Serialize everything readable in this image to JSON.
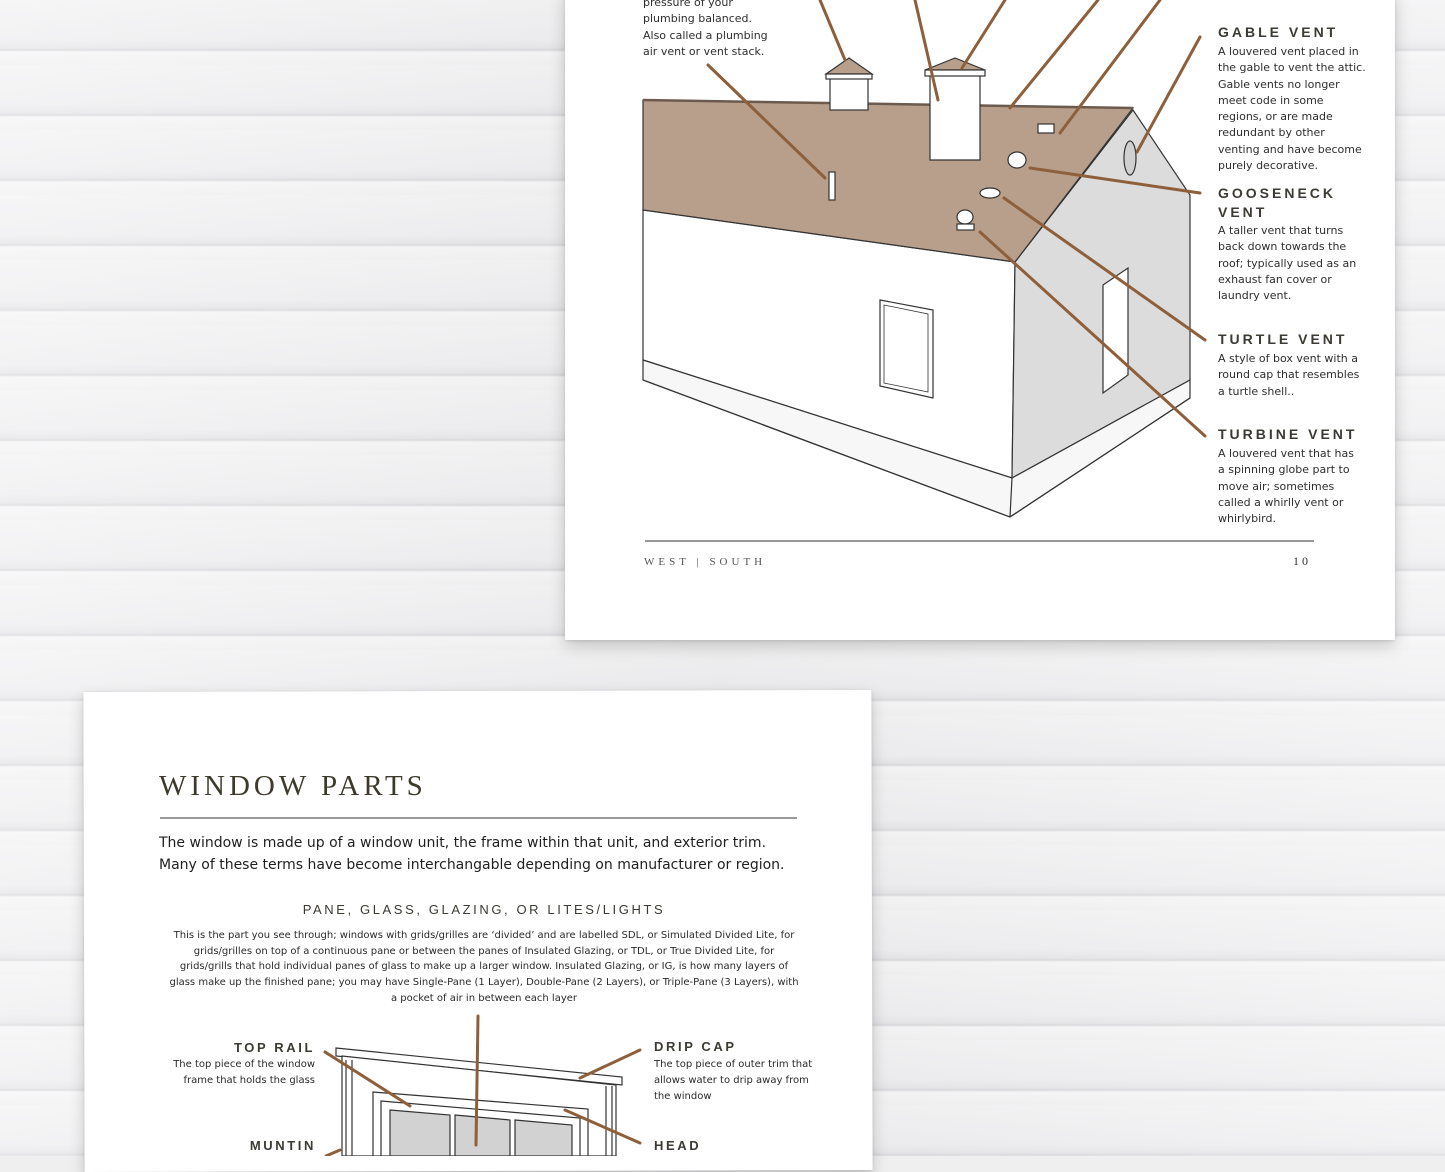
{
  "roof_page": {
    "top_text": [
      "pressure of your",
      "plumbing balanced.",
      "Also called a plumbing",
      "air vent or vent stack."
    ],
    "labels": [
      {
        "title": "GABLE VENT",
        "desc": "A louvered vent placed in the gable to vent the attic. Gable vents no longer meet code in some regions, or are made redundant by other venting and have become purely decorative."
      },
      {
        "title": "GOOSENECK VENT",
        "desc": "A taller vent that turns back down towards the roof; typically used as an exhaust fan cover or laundry vent."
      },
      {
        "title": "TURTLE VENT",
        "desc": "A style of box vent with a round cap that resembles a turtle shell.."
      },
      {
        "title": "TURBINE VENT",
        "desc": "A louvered vent that has a spinning globe part to move air; sometimes called a whirlly vent or whirlybird."
      }
    ],
    "footer_left": "WEST | SOUTH",
    "page_number": "10"
  },
  "window_page": {
    "title": "WINDOW PARTS",
    "intro": "The window is made up of a window unit, the frame within that unit, and exterior trim.  Many of these terms have become interchangable depending on manufacturer or region.",
    "subhead": "PANE, GLASS, GLAZING, OR LITES/LIGHTS",
    "sub_desc": "This is the part you see through; windows with grids/grilles are ‘divided’ and are labelled SDL, or Simulated Divided Lite, for grids/grilles on top of a continuous pane or between the panes of Insulated Glazing, or TDL, or True Divided Lite, for grids/grills that hold individual panes of glass to make up a larger window.  Insulated Glazing, or IG, is how many layers of glass make up the  finished pane; you may have Single-Pane (1 Layer), Double-Pane (2 Layers), or Triple-Pane (3 Layers), with a pocket of air in between each layer",
    "labels": {
      "top_rail": {
        "title": "TOP RAIL",
        "desc": "The top piece of the window frame that holds the glass"
      },
      "drip_cap": {
        "title": "DRIP CAP",
        "desc": "The top piece of outer trim that allows water to drip away from the window"
      },
      "muntin": {
        "title": "MUNTIN"
      },
      "head": {
        "title": "HEAD"
      }
    }
  },
  "colors": {
    "accent_brown": "#8e5f3b",
    "roof_tan": "#b79f8c",
    "text_dark": "#3b3a33"
  }
}
